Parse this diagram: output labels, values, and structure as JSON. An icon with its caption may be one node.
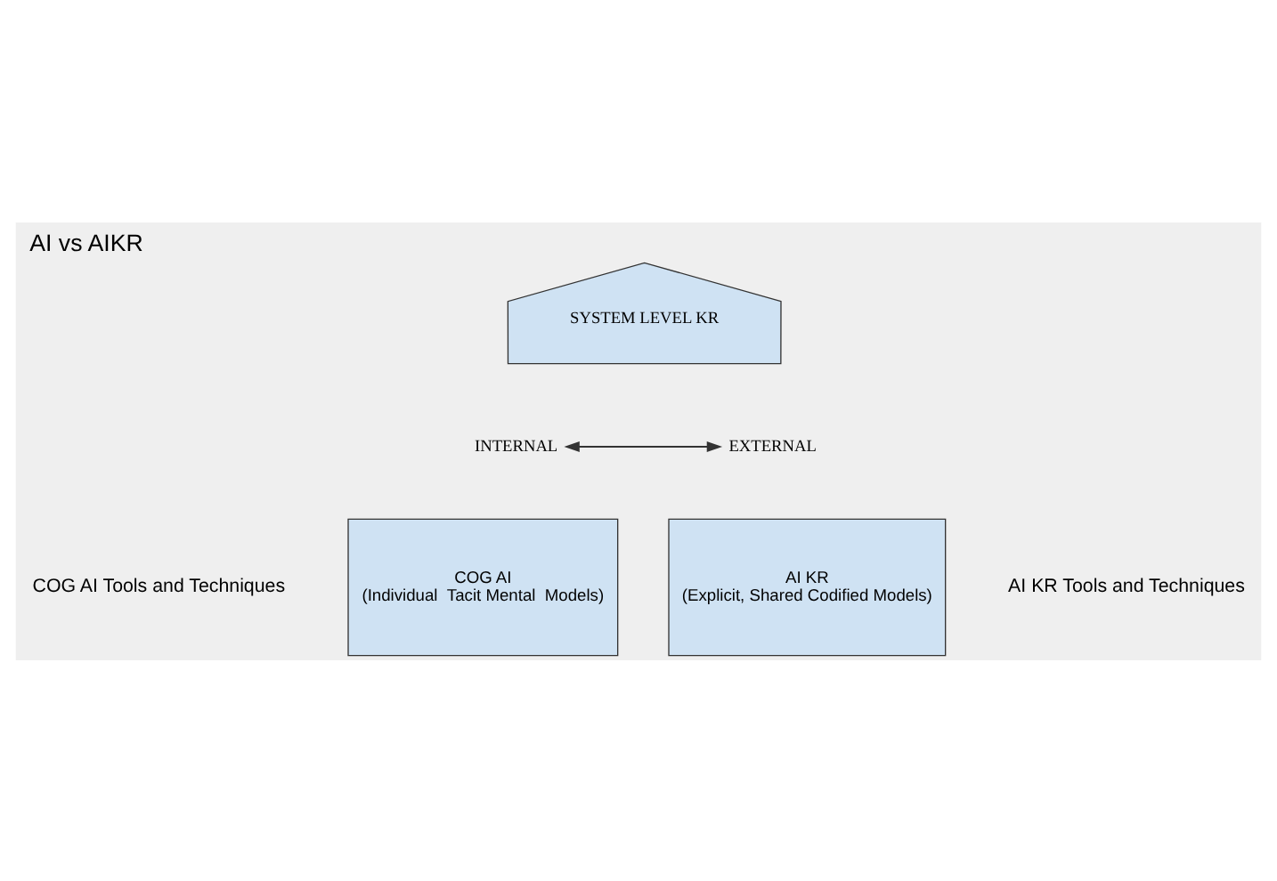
{
  "diagram": {
    "title": "AI vs AIKR",
    "nodes": [
      {
        "text": [
          "SYSTEM LEVEL KR"
        ]
      },
      {
        "text": [
          "INTERNAL"
        ]
      },
      {
        "text": [
          "EXTERNAL"
        ]
      },
      {
        "text": [
          "COG AI",
          "(Individual  Tacit Mental  Models)"
        ]
      },
      {
        "text": [
          "AI KR",
          "(Explicit, Shared Codified Models)"
        ]
      }
    ],
    "edges": [
      {
        "from": 1,
        "to": 2,
        "arrow": "both"
      }
    ],
    "labels": [
      "COG AI Tools and Techniques",
      "AI KR Tools and Techniques"
    ]
  }
}
